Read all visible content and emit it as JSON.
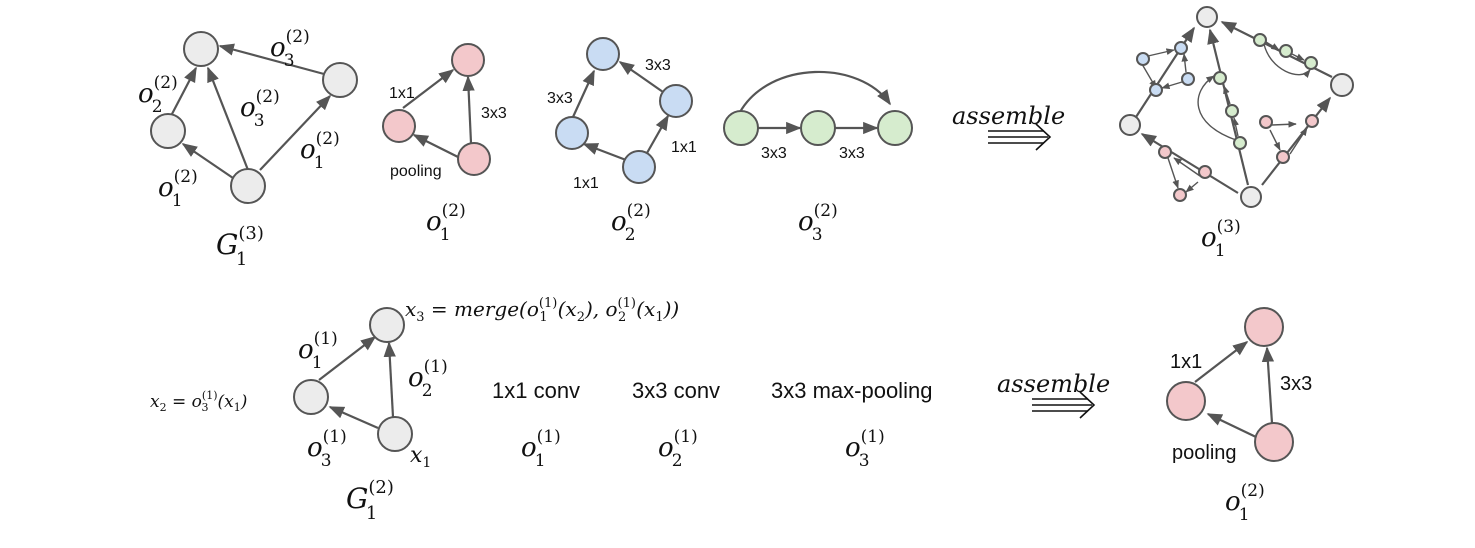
{
  "colors": {
    "gray": "#ececec",
    "pink": "#f3c8cb",
    "blue": "#c9dcf3",
    "green": "#d6ecce",
    "stroke": "#555555"
  },
  "top_row": {
    "g13_graph": {
      "name_base": "G",
      "name_sub": "1",
      "name_sup": "(3)",
      "edge_o2": {
        "base": "o",
        "sub": "2",
        "sup": "(2)"
      },
      "edge_o3_top": {
        "base": "o",
        "sub": "3",
        "sup": "(2)"
      },
      "edge_o3_mid": {
        "base": "o",
        "sub": "3",
        "sup": "(2)"
      },
      "edge_o1_right": {
        "base": "o",
        "sub": "1",
        "sup": "(2)"
      },
      "edge_o1_left": {
        "base": "o",
        "sub": "1",
        "sup": "(2)"
      }
    },
    "motif_o12": {
      "label_left": "1x1",
      "label_right": "3x3",
      "label_bottom": "pooling",
      "caption": {
        "base": "o",
        "sub": "1",
        "sup": "(2)"
      }
    },
    "motif_o22": {
      "label_top": "3x3",
      "label_left": "3x3",
      "label_right": "1x1",
      "label_bottom": "1x1",
      "caption": {
        "base": "o",
        "sub": "2",
        "sup": "(2)"
      }
    },
    "motif_o32": {
      "label_a": "3x3",
      "label_b": "3x3",
      "caption": {
        "base": "o",
        "sub": "3",
        "sup": "(2)"
      }
    },
    "assemble_label": "assemble",
    "result_caption": {
      "base": "o",
      "sub": "1",
      "sup": "(3)"
    }
  },
  "bottom_row": {
    "g12_graph": {
      "name_base": "G",
      "name_sub": "1",
      "name_sup": "(2)",
      "x3_eq": {
        "lhs": "x",
        "lhs_sub": "3",
        "eq": " = merge(",
        "o1": "o",
        "o1_sub": "1",
        "o1_sup": "(1)",
        "arg1": "(x",
        "arg1_sub": "2",
        "sep": "), ",
        "o2": "o",
        "o2_sub": "2",
        "o2_sup": "(1)",
        "arg2": "(x",
        "arg2_sub": "1",
        "close": "))"
      },
      "x2_eq": {
        "lhs": "x",
        "lhs_sub": "2",
        "eq": " = ",
        "op": "o",
        "op_sub": "3",
        "op_sup": "(1)",
        "arg": "(x",
        "arg_sub": "1",
        "close": ")"
      },
      "edge_o1": {
        "base": "o",
        "sub": "1",
        "sup": "(1)"
      },
      "edge_o2": {
        "base": "o",
        "sub": "2",
        "sup": "(1)"
      },
      "edge_o3": {
        "base": "o",
        "sub": "3",
        "sup": "(1)"
      },
      "x1_label": {
        "base": "x",
        "sub": "1"
      }
    },
    "primitives": [
      {
        "label": "1x1 conv",
        "base": "o",
        "sub": "1",
        "sup": "(1)"
      },
      {
        "label": "3x3 conv",
        "base": "o",
        "sub": "2",
        "sup": "(1)"
      },
      {
        "label": "3x3 max-pooling",
        "base": "o",
        "sub": "3",
        "sup": "(1)"
      }
    ],
    "assemble_label": "assemble",
    "result": {
      "label_left": "1x1",
      "label_right": "3x3",
      "label_bottom": "pooling",
      "caption": {
        "base": "o",
        "sub": "1",
        "sup": "(2)"
      }
    }
  }
}
